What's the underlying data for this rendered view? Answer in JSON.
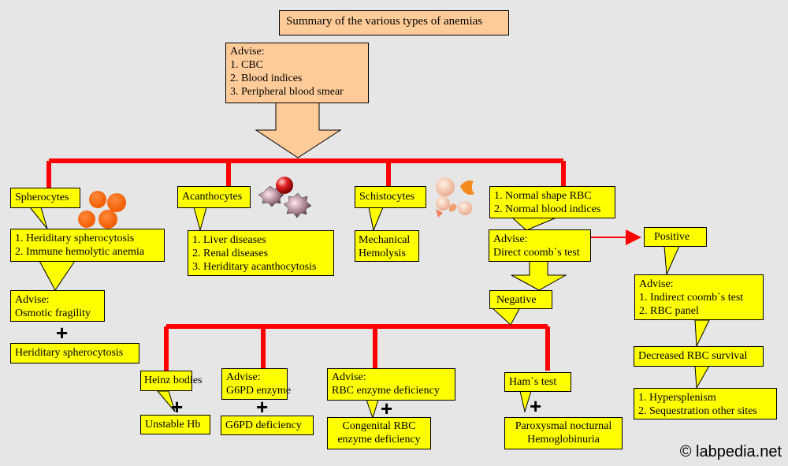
{
  "title": "Summary of the various types of anemias",
  "advise_top": {
    "lines": [
      "Advise:",
      "1. CBC",
      "2. Blood indices",
      "3. Peripheral blood smear"
    ]
  },
  "spherocytes": {
    "label": "Spherocytes",
    "causes": [
      "1. Heriditary spherocytosis",
      "2. Immune hemolytic anemia"
    ],
    "advise": [
      "Advise:",
      "Osmotic fragility"
    ],
    "result": "Heriditary spherocytosis"
  },
  "acanthocytes": {
    "label": "Acanthocytes",
    "causes": [
      "1. Liver diseases",
      "2. Renal diseases",
      "3. Heriditary acanthocytosis"
    ]
  },
  "schistocytes": {
    "label": "Schistocytes",
    "causes": [
      "Mechanical",
      "Hemolysis"
    ]
  },
  "normal": {
    "label": [
      "1. Normal shape RBC",
      "2. Normal blood indices"
    ],
    "advise": [
      "Advise:",
      "Direct coomb`s test"
    ],
    "negative": "Negative",
    "positive": "Positive",
    "positive_advise": [
      "Advise:",
      "1. Indirect coomb`s test",
      "2. RBC panel"
    ],
    "decreased": "Decreased RBC survival",
    "causes": [
      "1. Hypersplenism",
      "2. Sequestration other sites"
    ]
  },
  "negative_branches": {
    "heinz": "Heinz bodies",
    "heinz_result": "Unstable Hb",
    "g6pd": [
      "Advise:",
      "G6PD enzyme"
    ],
    "g6pd_result": "G6PD deficiency",
    "rbc_enzyme": [
      "Advise:",
      "RBC enzyme deficiency"
    ],
    "rbc_enzyme_result": [
      "Congenital RBC",
      "enzyme deficiency"
    ],
    "ham": "Ham`s test",
    "ham_result": [
      "Paroxysmal nocturnal",
      "Hemoglobinuria"
    ]
  },
  "plus_sign": "+",
  "watermark": "© labpedia.net",
  "colors": {
    "callout": "#ffff00",
    "title_box": "#ffcc99",
    "connector": "#ff0000",
    "background": "#e6e6e6"
  }
}
